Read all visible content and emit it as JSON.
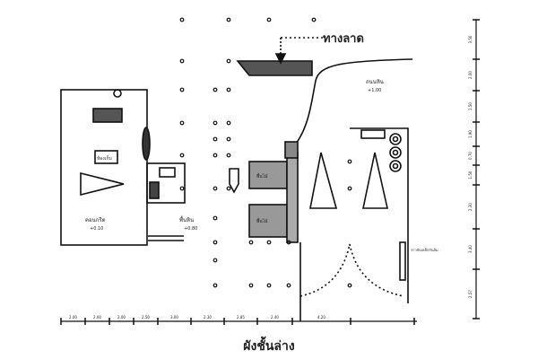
{
  "title": "ผังชั้นล่าง",
  "ramp_label": "ทางลาด",
  "rooms": {
    "left_hall": {
      "label": "คอนกรีต",
      "level": "+0.10"
    },
    "stone_floor": {
      "label": "พื้นหิน",
      "level": "+0.80"
    },
    "right_hall": {
      "label": "ถนนหิน",
      "level": "+1.00"
    },
    "room_upper": {
      "label": "พื้นไม้"
    },
    "room_lower": {
      "label": "พื้นไม้"
    },
    "left_box": {
      "label": "ห้องเก็บ"
    },
    "right_note": {
      "label": "ราวจับเหล็กกันล้ม"
    }
  },
  "dimensions_bottom": [
    "2.00",
    "2.00",
    "2.00",
    "2.50",
    "3.00",
    "2.30",
    "2.85",
    "2.40",
    "4.20"
  ],
  "dimensions_right": [
    "3.50",
    "2.00",
    "1.50",
    "1.90",
    "0.70",
    "1.50",
    "2.30",
    "3.40",
    "2.57"
  ]
}
